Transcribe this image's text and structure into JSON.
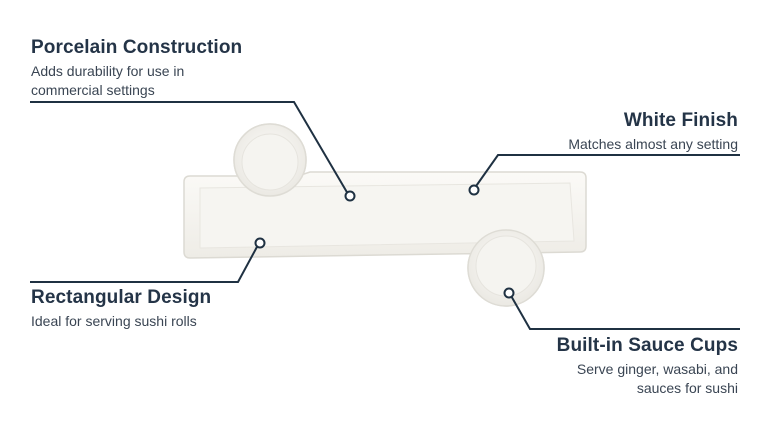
{
  "callouts": {
    "porcelain": {
      "title": "Porcelain Construction",
      "line1": "Adds durability for use in",
      "line2": "commercial settings"
    },
    "white_finish": {
      "title": "White Finish",
      "line1": "Matches almost any setting"
    },
    "rectangular": {
      "title": "Rectangular Design",
      "line1": "Ideal for serving sushi rolls"
    },
    "sauce_cups": {
      "title": "Built-in Sauce Cups",
      "line1": "Serve ginger, wasabi, and",
      "line2": "sauces for sushi"
    }
  },
  "colors": {
    "line": "#1f3142",
    "text_title": "#243447",
    "dish_fill": "#f7f6f2",
    "dish_edge": "#dddbd4"
  }
}
